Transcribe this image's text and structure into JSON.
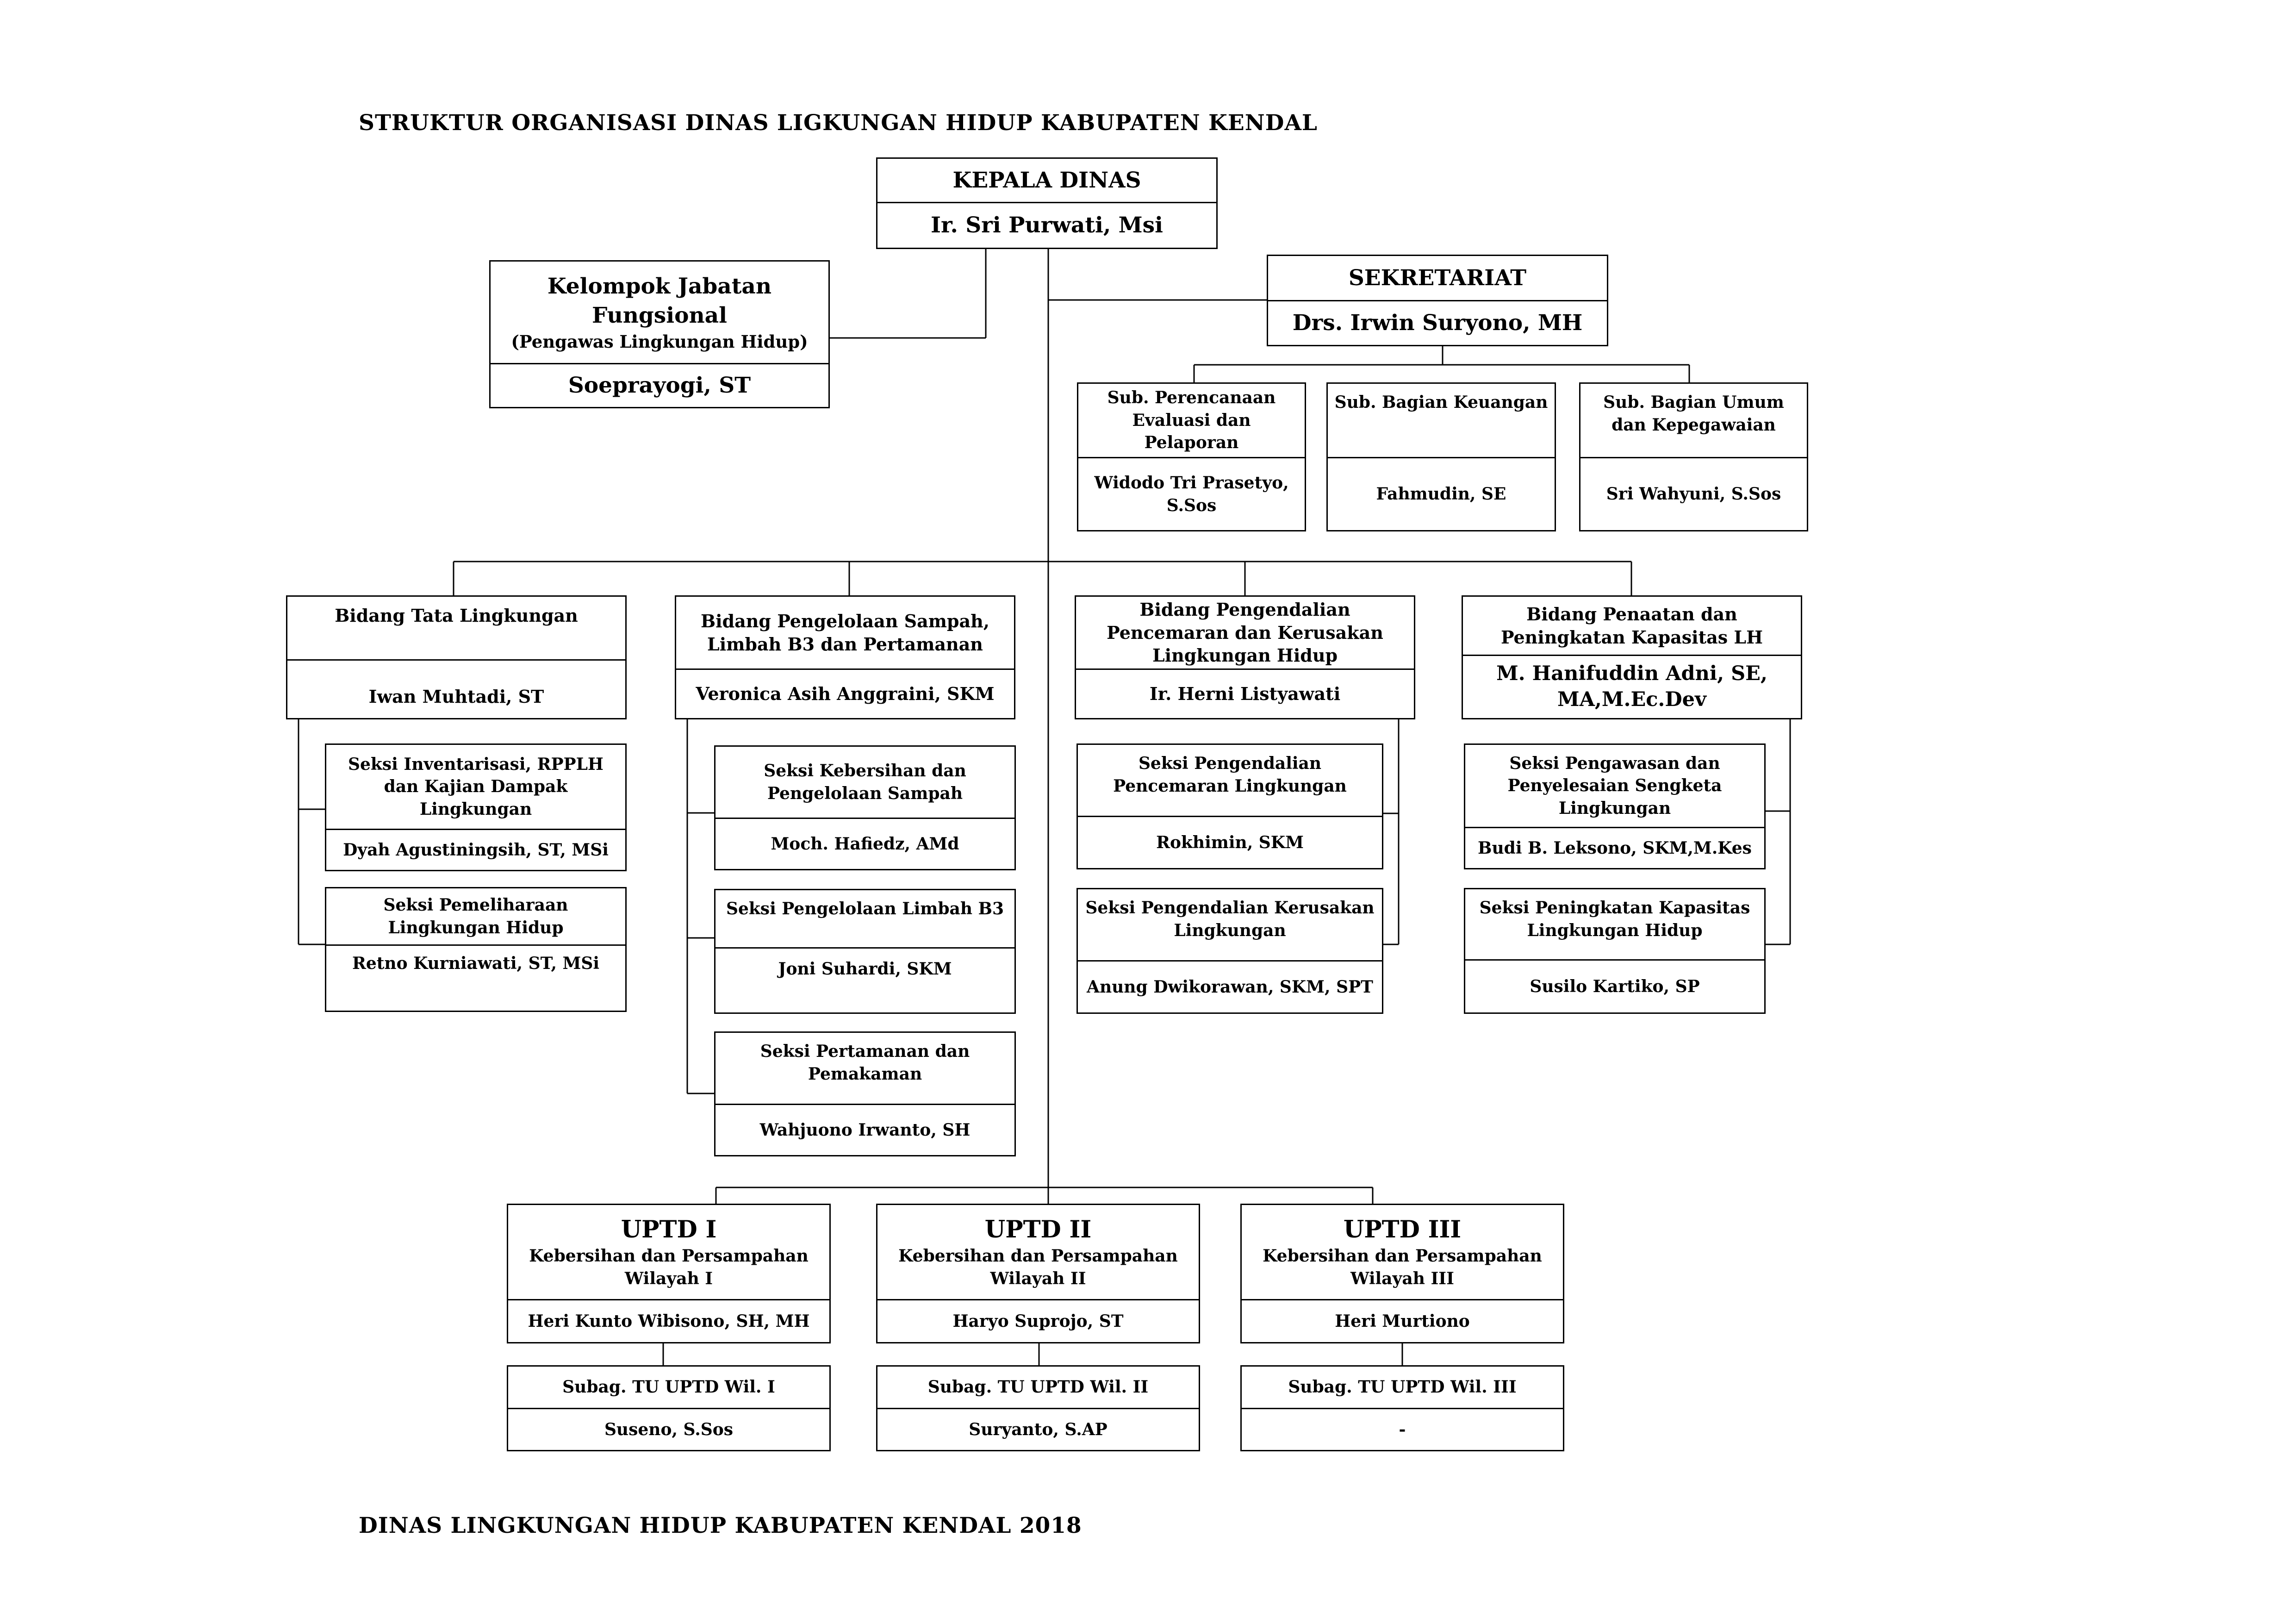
{
  "header": {
    "title": "STRUKTUR ORGANISASI DINAS LIGKUNGAN HIDUP KABUPATEN KENDAL"
  },
  "footer": {
    "text": "DINAS LINGKUNGAN HIDUP KABUPATEN KENDAL 2018"
  },
  "kepala": {
    "role": "KEPALA DINAS",
    "name": "Ir. Sri Purwati, Msi"
  },
  "fungsional": {
    "role_line1": "Kelompok Jabatan",
    "role_line2": "Fungsional",
    "role_sub": "(Pengawas Lingkungan Hidup)",
    "name": "Soeprayogi, ST"
  },
  "sekretariat": {
    "role": "SEKRETARIAT",
    "name": "Drs. Irwin Suryono, MH"
  },
  "subbagian": [
    {
      "role": "Sub. Perencanaan Evaluasi dan Pelaporan",
      "name": "Widodo Tri Prasetyo, S.Sos"
    },
    {
      "role": "Sub. Bagian Keuangan",
      "name": "Fahmudin, SE"
    },
    {
      "role": "Sub. Bagian Umum dan Kepegawaian",
      "name": "Sri Wahyuni, S.Sos"
    }
  ],
  "bidang": [
    {
      "role": "Bidang Tata Lingkungan",
      "name": "Iwan Muhtadi, ST",
      "seksi": [
        {
          "role": "Seksi Inventarisasi, RPPLH dan Kajian Dampak Lingkungan",
          "name": "Dyah Agustiningsih, ST, MSi"
        },
        {
          "role": "Seksi Pemeliharaan Lingkungan Hidup",
          "name": "Retno Kurniawati, ST, MSi"
        }
      ]
    },
    {
      "role": "Bidang Pengelolaan Sampah, Limbah B3 dan Pertamanan",
      "name": "Veronica Asih Anggraini, SKM",
      "seksi": [
        {
          "role": "Seksi Kebersihan dan Pengelolaan Sampah",
          "name": "Moch. Hafiedz, AMd"
        },
        {
          "role": "Seksi Pengelolaan Limbah B3",
          "name": "Joni Suhardi, SKM"
        },
        {
          "role": "Seksi Pertamanan dan Pemakaman",
          "name": "Wahjuono Irwanto, SH"
        }
      ]
    },
    {
      "role": "Bidang Pengendalian Pencemaran dan Kerusakan Lingkungan Hidup",
      "name": "Ir. Herni Listyawati",
      "seksi": [
        {
          "role": "Seksi Pengendalian Pencemaran Lingkungan",
          "name": "Rokhimin, SKM"
        },
        {
          "role": "Seksi Pengendalian Kerusakan Lingkungan",
          "name": "Anung Dwikorawan, SKM, SPT"
        }
      ]
    },
    {
      "role": "Bidang Penaatan dan Peningkatan Kapasitas LH",
      "name": "M. Hanifuddin Adni, SE, MA,M.Ec.Dev",
      "seksi": [
        {
          "role": "Seksi Pengawasan dan Penyelesaian Sengketa Lingkungan",
          "name": "Budi B. Leksono, SKM,M.Kes"
        },
        {
          "role": "Seksi Peningkatan Kapasitas Lingkungan Hidup",
          "name": "Susilo Kartiko, SP"
        }
      ]
    }
  ],
  "uptd": [
    {
      "title": "UPTD I",
      "desc": "Kebersihan dan Persampahan Wilayah I",
      "name": "Heri Kunto Wibisono, SH, MH",
      "subag": "Subag. TU UPTD Wil. I",
      "subag_name": "Suseno, S.Sos"
    },
    {
      "title": "UPTD II",
      "desc": "Kebersihan dan Persampahan Wilayah II",
      "name": "Haryo Suprojo, ST",
      "subag": "Subag. TU UPTD Wil. II",
      "subag_name": "Suryanto, S.AP"
    },
    {
      "title": "UPTD III",
      "desc": "Kebersihan dan Persampahan Wilayah III",
      "name": "Heri Murtiono",
      "subag": "Subag. TU UPTD Wil. III",
      "subag_name": "-"
    }
  ]
}
